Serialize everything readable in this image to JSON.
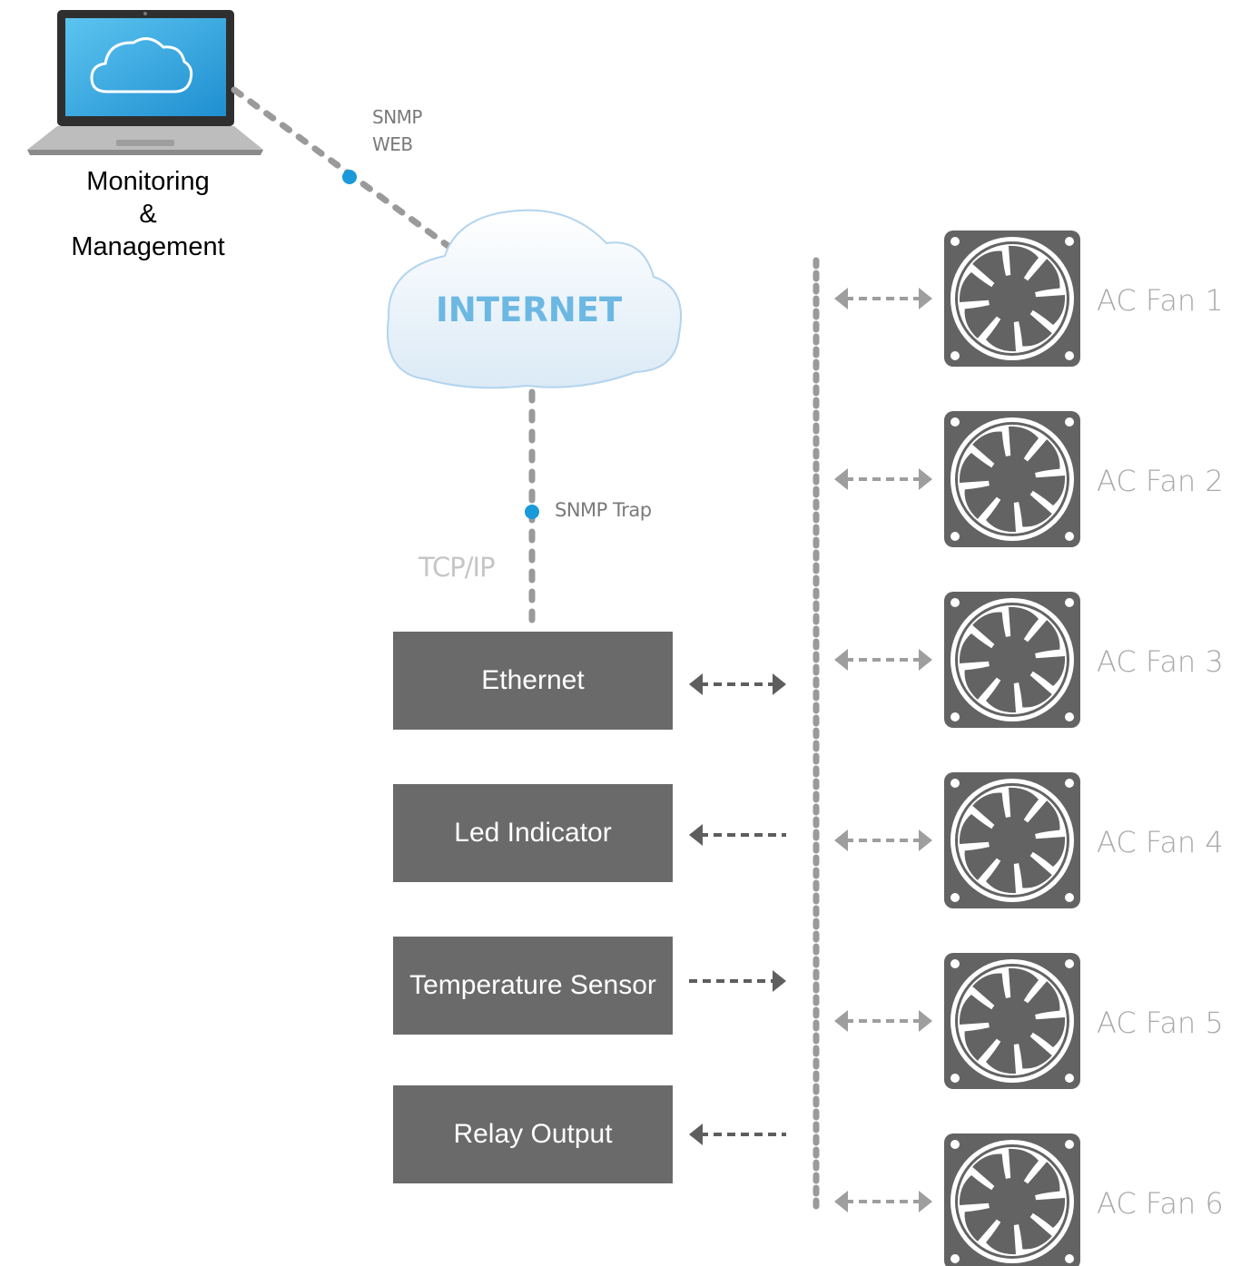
{
  "monitoring": {
    "line1": "Monitoring",
    "line2": "&",
    "line3": "Management"
  },
  "protocols": {
    "line1": "SNMP",
    "line2": "WEB"
  },
  "internet_label": "INTERNET",
  "snmp_trap_label": "SNMP Trap",
  "tcpip_label": "TCP/IP",
  "modules": [
    {
      "label": "Ethernet",
      "arrow": "both"
    },
    {
      "label": "Led Indicator",
      "arrow": "left"
    },
    {
      "label": "Temperature Sensor",
      "arrow": "right"
    },
    {
      "label": "Relay Output",
      "arrow": "left"
    }
  ],
  "fans": [
    {
      "label": "AC Fan 1"
    },
    {
      "label": "AC Fan 2"
    },
    {
      "label": "AC Fan 3"
    },
    {
      "label": "AC Fan 4"
    },
    {
      "label": "AC Fan 5"
    },
    {
      "label": "AC Fan 6"
    }
  ],
  "colors": {
    "module_bg": "#6a6a6a",
    "fan_body": "#636363",
    "dots": "#1a9ad9",
    "link": "#9a9a9a",
    "cloud_text": "#6cb8e3"
  }
}
